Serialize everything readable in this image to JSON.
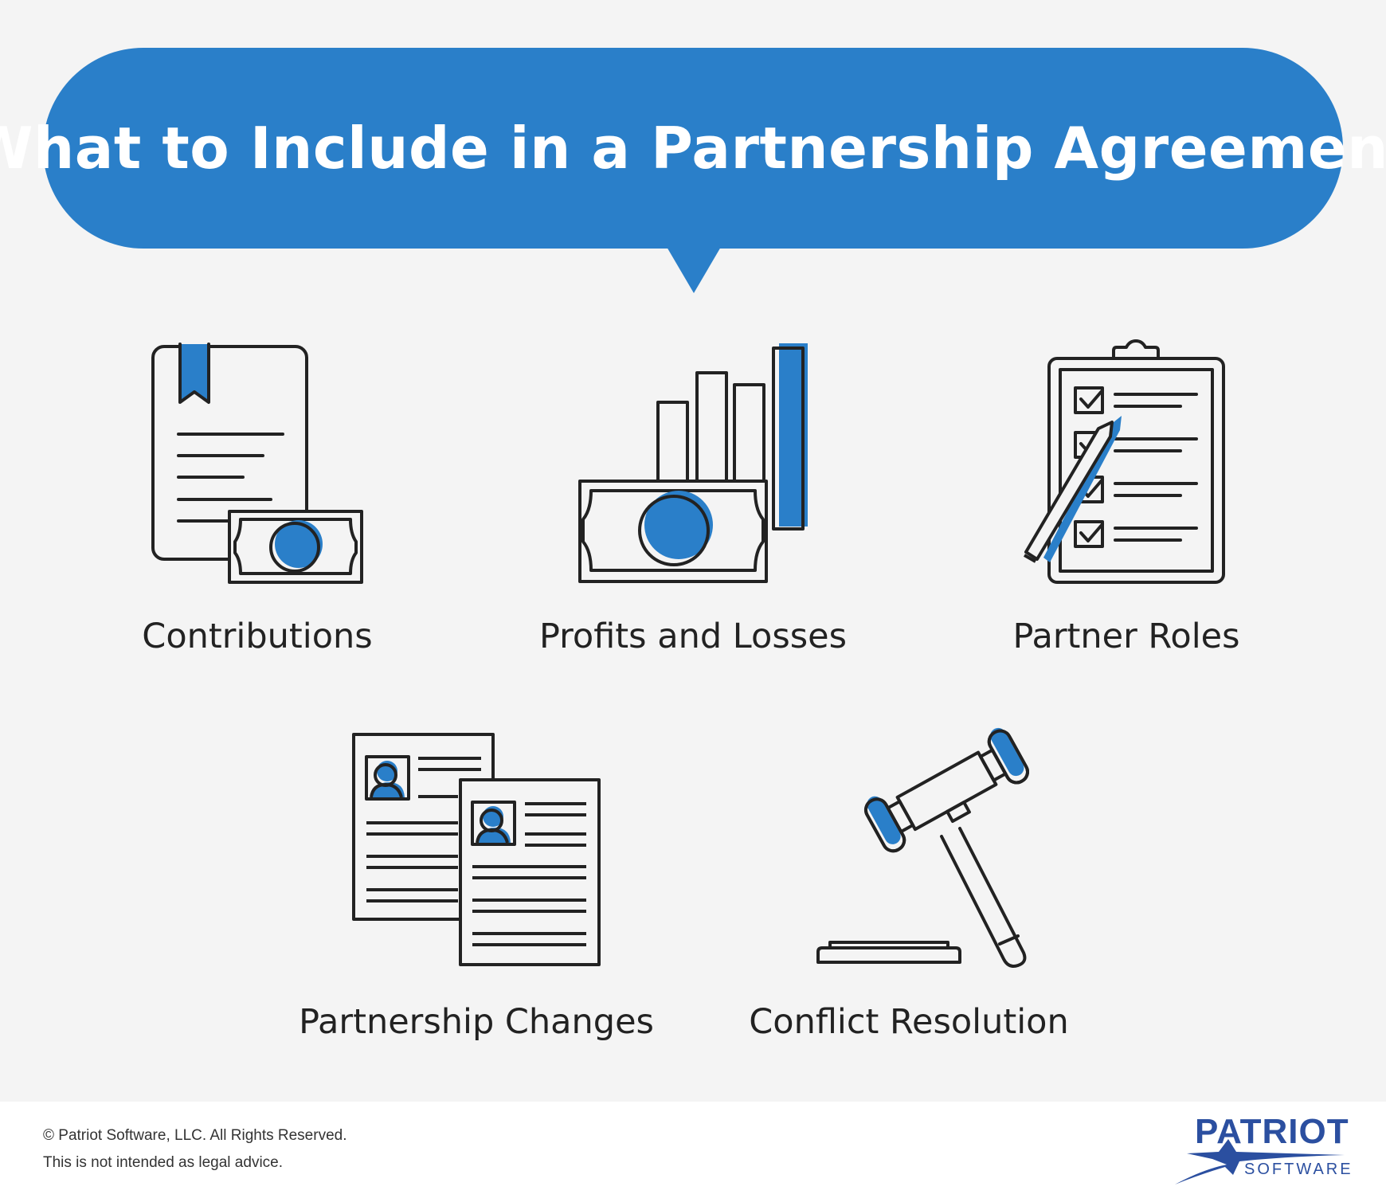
{
  "title": "What to Include in a Partnership Agreement",
  "items": [
    {
      "label": "Contributions",
      "icon": "certificate-money-icon"
    },
    {
      "label": "Profits and Losses",
      "icon": "money-bar-chart-icon"
    },
    {
      "label": "Partner Roles",
      "icon": "clipboard-checklist-icon"
    },
    {
      "label": "Partnership Changes",
      "icon": "partner-documents-icon"
    },
    {
      "label": "Conflict Resolution",
      "icon": "gavel-icon"
    }
  ],
  "footer": {
    "copyright": "© Patriot Software, LLC. All Rights Reserved.",
    "disclaimer": "This is not intended as legal advice.",
    "brand_name": "PATRIOT",
    "brand_sub": "SOFTWARE"
  },
  "colors": {
    "accent": "#2a7fc9",
    "background": "#f4f4f4",
    "stroke": "#222222",
    "brand": "#2b4fa0"
  }
}
